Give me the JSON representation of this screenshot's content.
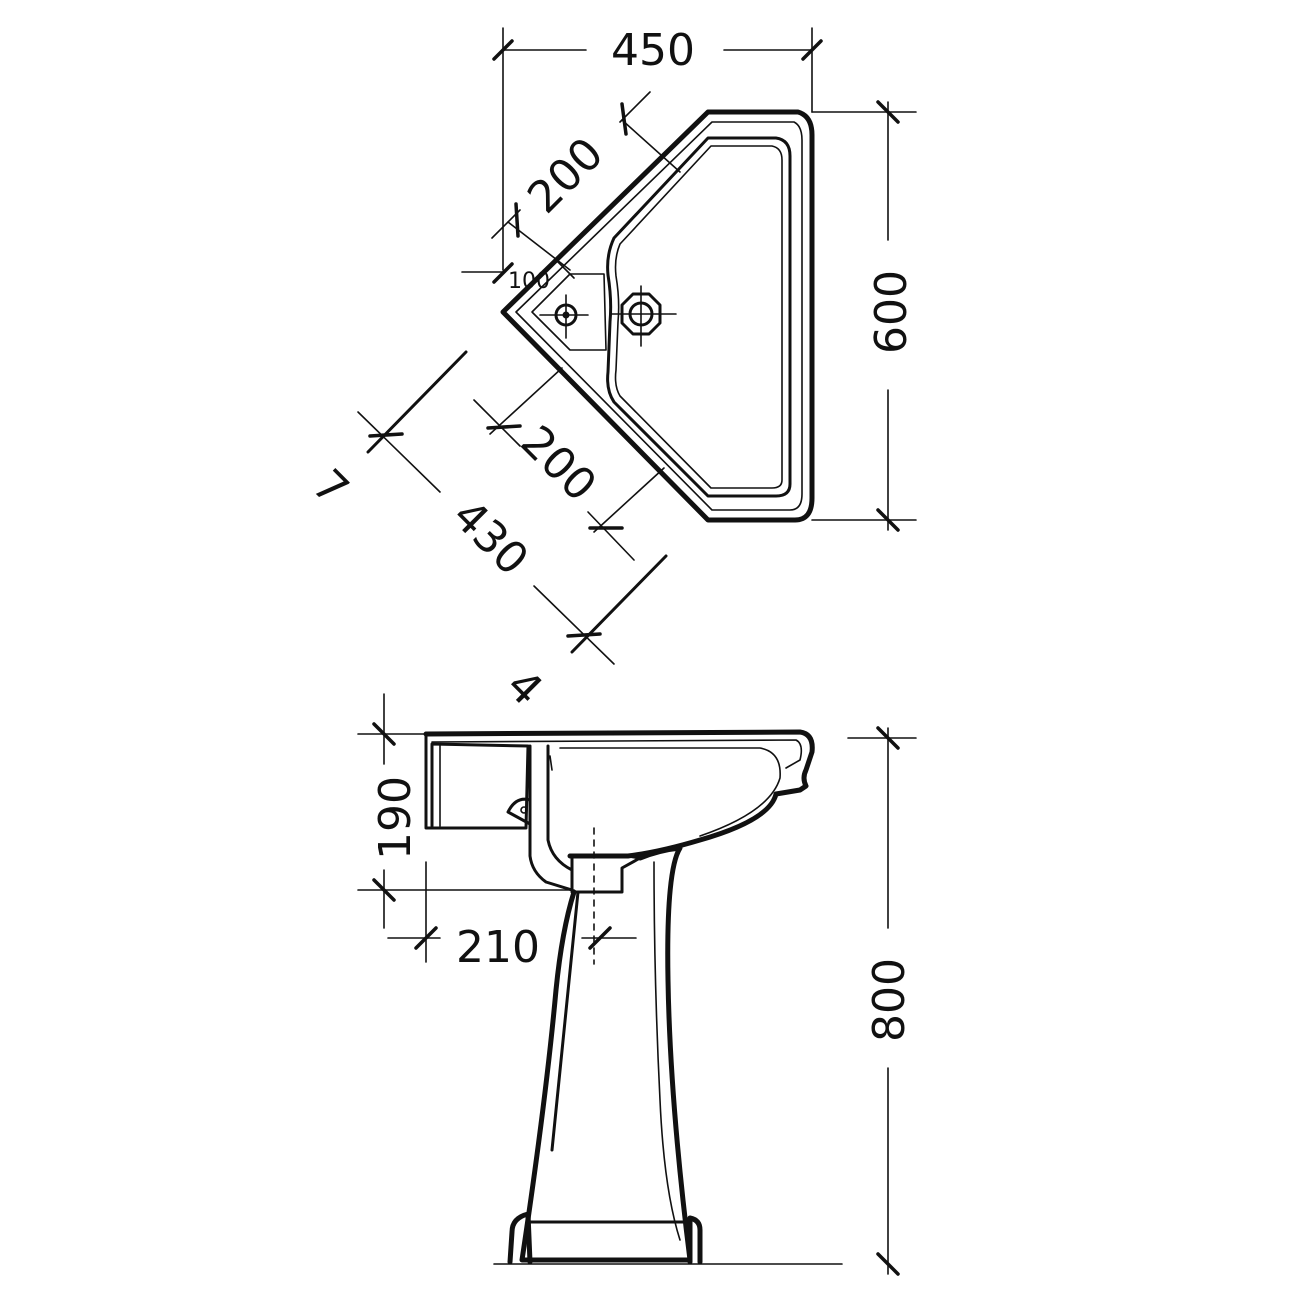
{
  "plan_view": {
    "width_label": "450",
    "depth_label": "600",
    "wall_length_label": "430",
    "wall_length_prefix": "7",
    "tap_offset_upper_label": "200",
    "tap_offset_lower_label": "200",
    "corner_offset_label": "100"
  },
  "elevation_view": {
    "top_marker_label": "4",
    "bowl_depth_label": "190",
    "waste_offset_label": "210",
    "overall_height_label": "800"
  },
  "colors": {
    "line": "#111111",
    "background": "#ffffff"
  }
}
